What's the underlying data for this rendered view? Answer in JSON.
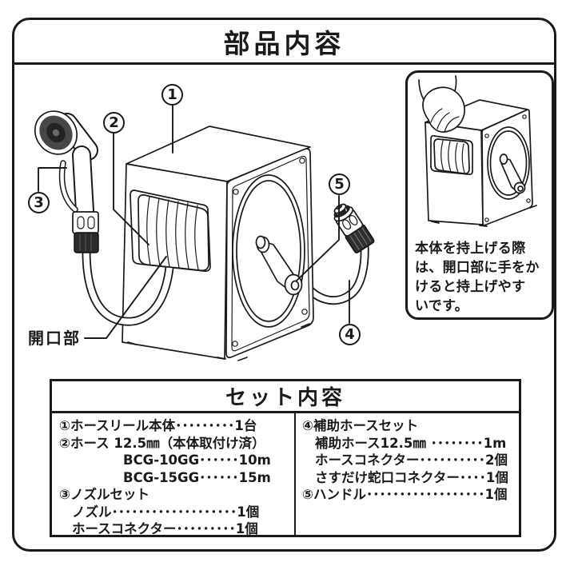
{
  "page": {
    "title": "部品内容"
  },
  "diagram": {
    "callouts": [
      "1",
      "2",
      "3",
      "4",
      "5"
    ],
    "opening_label": "開口部"
  },
  "inset": {
    "lines": [
      "本体を持上げる際",
      "は、開口部に手をか",
      "けると持上げやす",
      "いです。"
    ]
  },
  "set_table": {
    "title": "セット内容",
    "left": [
      "①ホースリール本体･････････1台",
      "②ホース 12.5㎜（本体取付け済）",
      "BCG-10GG･･････10m",
      "BCG-15GG･･････15m",
      "③ノズルセット",
      "ノズル･･･････････････････1個",
      "ホースコネクター･････････1個"
    ],
    "right": [
      "④補助ホースセット",
      "補助ホース12.5㎜ ････････1m",
      "ホースコネクター･･････････2個",
      "さすだけ蛇口コネクター････1個",
      "⑤ハンドル･･････････････････1個"
    ]
  },
  "colors": {
    "ink": "#1a1a1a",
    "paper": "#ffffff"
  }
}
